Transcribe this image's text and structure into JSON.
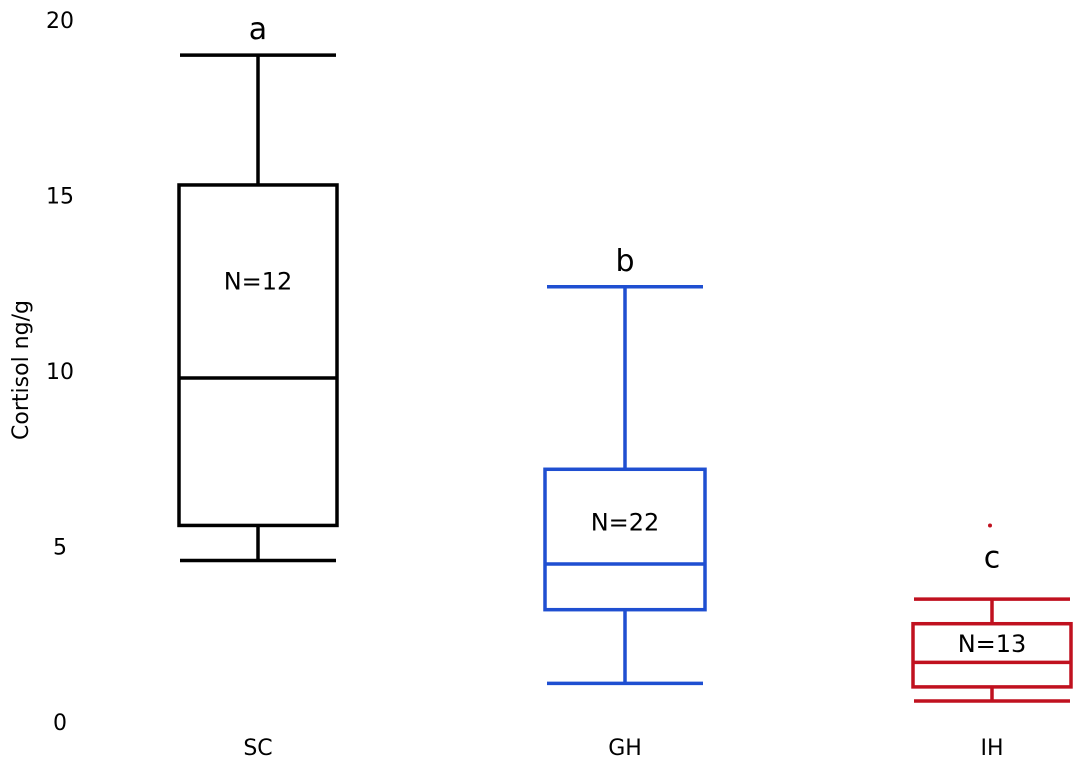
{
  "chart_data": {
    "type": "boxplot",
    "ylabel": "Cortisol ng/g",
    "ylim": [
      0,
      20
    ],
    "yticks": [
      "0",
      "5",
      "10",
      "15",
      "20"
    ],
    "categories": [
      "SC",
      "GH",
      "IH"
    ],
    "boxes": [
      {
        "category": "SC",
        "whisker_low": 4.6,
        "q1": 5.6,
        "median": 9.8,
        "q3": 15.3,
        "whisker_high": 19.0,
        "n_label": "N=12",
        "letter": "a",
        "color": "#000000",
        "outliers": []
      },
      {
        "category": "GH",
        "whisker_low": 1.1,
        "q1": 3.2,
        "median": 4.5,
        "q3": 7.2,
        "whisker_high": 12.4,
        "n_label": "N=22",
        "letter": "b",
        "color": "#1f4fd1",
        "outliers": []
      },
      {
        "category": "IH",
        "whisker_low": 0.6,
        "q1": 1.0,
        "median": 1.7,
        "q3": 2.8,
        "whisker_high": 3.5,
        "n_label": "N=13",
        "letter": "c",
        "color": "#c0111f",
        "outliers": [
          5.6
        ]
      }
    ]
  }
}
